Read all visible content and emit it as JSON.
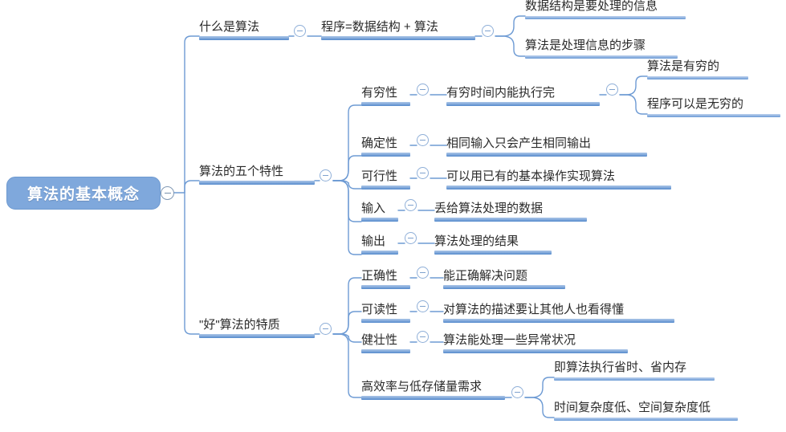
{
  "document": {
    "title": "算法的基本概念",
    "type": "mindmap",
    "background": "#ffffff",
    "accent_color": "#7FA8DC",
    "bar_color": "#5389CC",
    "text_color": "#2a2a2a",
    "root_text_color": "#ffffff"
  },
  "icons": {
    "collapse": "minus-circle-icon"
  },
  "mindmap": {
    "root": {
      "label": "算法的基本概念"
    },
    "nodes": [
      {
        "id": "n1",
        "label": "什么是算法"
      },
      {
        "id": "n2",
        "label": "程序=数据结构 + 算法"
      },
      {
        "id": "n3",
        "label": "数据结构是要处理的信息"
      },
      {
        "id": "n4",
        "label": "算法是处理信息的步骤"
      },
      {
        "id": "n5",
        "label": "算法的五个特性"
      },
      {
        "id": "n6",
        "label": "有穷性"
      },
      {
        "id": "n7",
        "label": "有穷时间内能执行完"
      },
      {
        "id": "n8",
        "label": "算法是有穷的"
      },
      {
        "id": "n9",
        "label": "程序可以是无穷的"
      },
      {
        "id": "n10",
        "label": "确定性"
      },
      {
        "id": "n11",
        "label": "相同输入只会产生相同输出"
      },
      {
        "id": "n12",
        "label": "可行性"
      },
      {
        "id": "n13",
        "label": "可以用已有的基本操作实现算法"
      },
      {
        "id": "n14",
        "label": "输入"
      },
      {
        "id": "n15",
        "label": "丢给算法处理的数据"
      },
      {
        "id": "n16",
        "label": "输出"
      },
      {
        "id": "n17",
        "label": "算法处理的结果"
      },
      {
        "id": "n18",
        "label": "\"好\"算法的特质"
      },
      {
        "id": "n19",
        "label": "正确性"
      },
      {
        "id": "n20",
        "label": "能正确解决问题"
      },
      {
        "id": "n21",
        "label": "可读性"
      },
      {
        "id": "n22",
        "label": "对算法的描述要让其他人也看得懂"
      },
      {
        "id": "n23",
        "label": "健壮性"
      },
      {
        "id": "n24",
        "label": "算法能处理一些异常状况"
      },
      {
        "id": "n25",
        "label": "高效率与低存储量需求"
      },
      {
        "id": "n26",
        "label": "即算法执行省时、省内存"
      },
      {
        "id": "n27",
        "label": "时间复杂度低、空间复杂度低"
      }
    ]
  }
}
